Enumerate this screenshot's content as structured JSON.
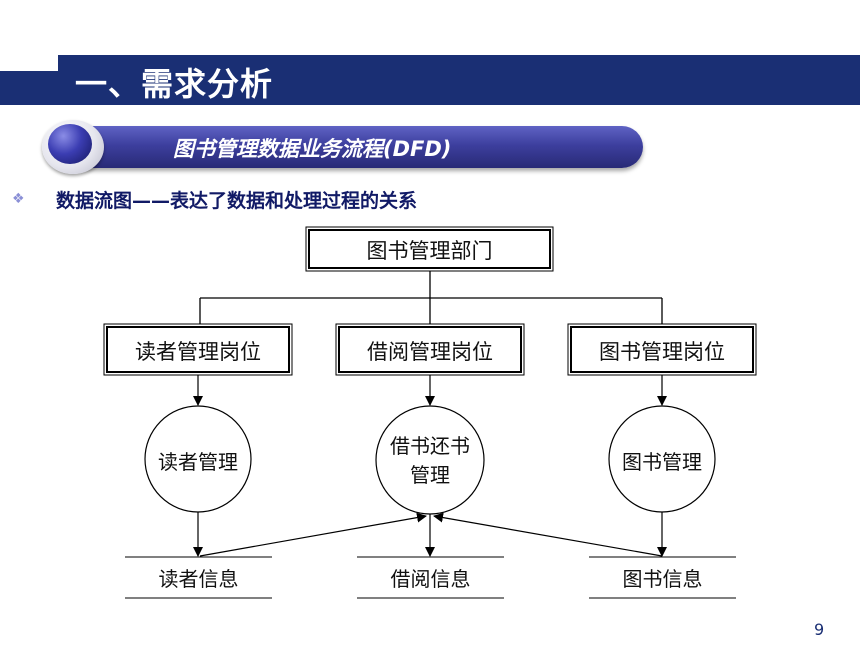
{
  "slide": {
    "title": "一、需求分析",
    "subtitle": "图书管理数据业务流程(DFD)",
    "bullet": "数据流图——表达了数据和处理过程的关系",
    "page_number": "9"
  },
  "diagram": {
    "top_department": "图书管理部门",
    "positions": [
      "读者管理岗位",
      "借阅管理岗位",
      "图书管理岗位"
    ],
    "processes": [
      {
        "line1": "读者管理",
        "line2": ""
      },
      {
        "line1": "借书还书",
        "line2": "管理"
      },
      {
        "line1": "图书管理",
        "line2": ""
      }
    ],
    "data_stores": [
      "读者信息",
      "借阅信息",
      "图书信息"
    ]
  },
  "colors": {
    "title_bar": "#1a2f74",
    "banner": "#3d3f9e",
    "bullet_text": "#111a66"
  }
}
